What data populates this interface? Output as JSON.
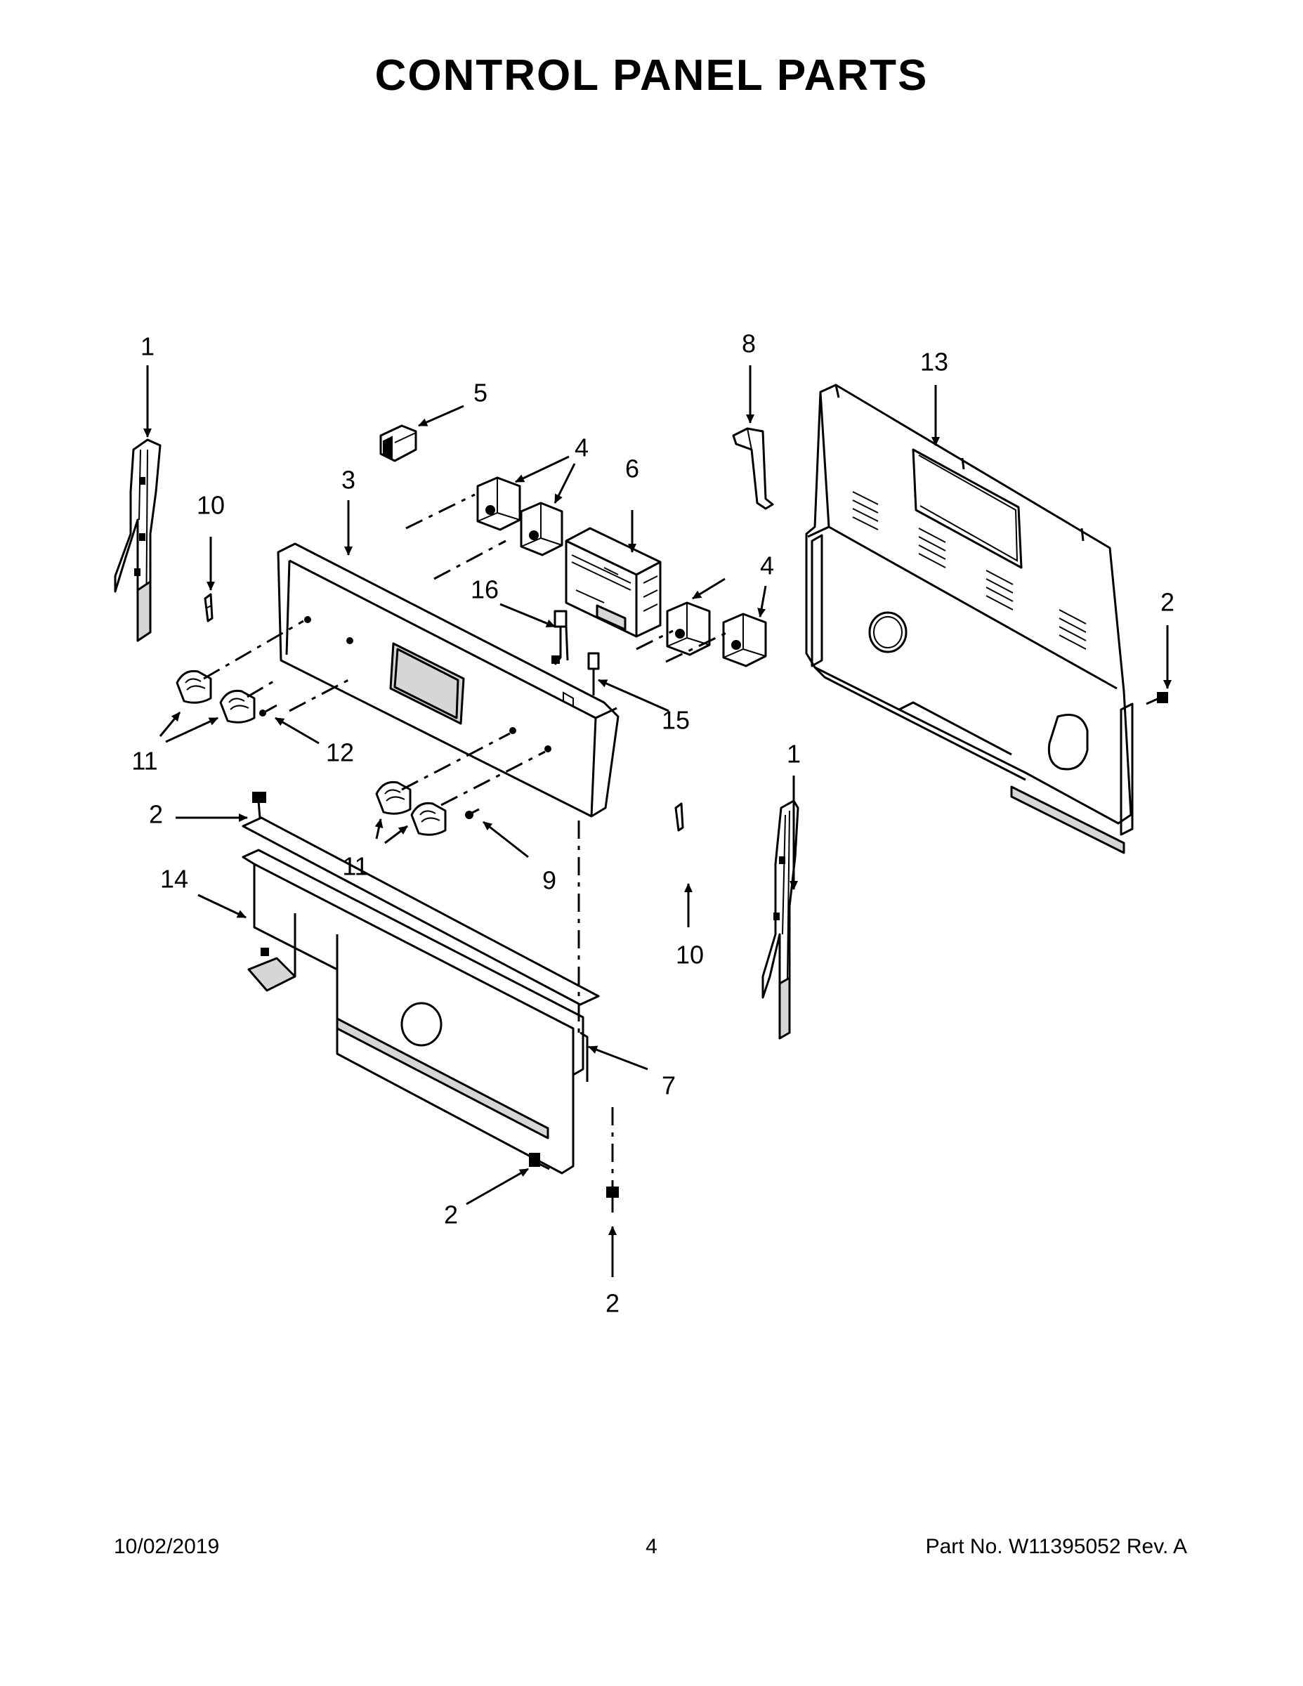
{
  "title": "CONTROL PANEL PARTS",
  "footer": {
    "date": "10/02/2019",
    "page": "4",
    "part_number": "Part No.  W11395052  Rev.  A"
  },
  "callouts": [
    "1",
    "5",
    "4",
    "6",
    "3",
    "10",
    "16",
    "4",
    "8",
    "13",
    "2",
    "15",
    "11",
    "12",
    "1",
    "2",
    "11",
    "9",
    "14",
    "10",
    "7",
    "2",
    "2"
  ]
}
